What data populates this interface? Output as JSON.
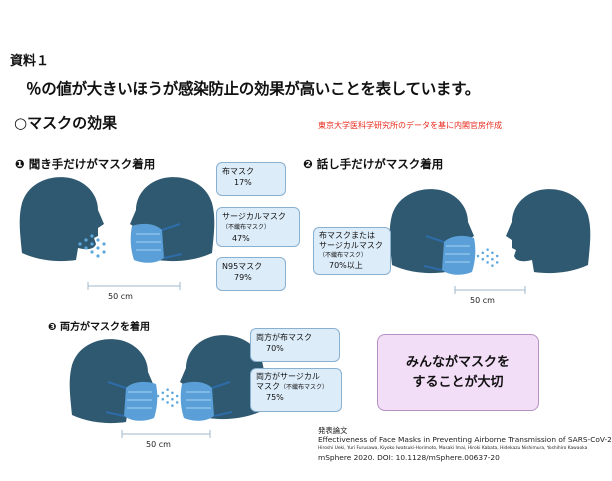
{
  "doc_label": "資料１",
  "note": "％の値が大きいほうが感染防止の効果が高いことを表しています。",
  "heading": "○マスクの効果",
  "source_note": "東京大学医科学研究所のデータを基に内閣官房作成",
  "sections": [
    {
      "number": "❶",
      "title": "聞き手だけがマスク着用"
    },
    {
      "number": "❷",
      "title": "話し手だけがマスク着用"
    },
    {
      "number": "❸",
      "title": "両方がマスクを着用"
    }
  ],
  "distances": [
    "50 cm",
    "50 cm",
    "50 cm"
  ],
  "listener_boxes": [
    {
      "label": "布マスク",
      "sub": "",
      "value": "17%"
    },
    {
      "label": "サージカルマスク",
      "sub": "（不織布マスク）",
      "value": "47%"
    },
    {
      "label": "N95マスク",
      "sub": "",
      "value": "79%"
    }
  ],
  "speaker_box": {
    "label1": "布マスクまたは",
    "label2": "サージカルマスク",
    "sub": "（不織布マスク）",
    "value": "70%以上"
  },
  "both_boxes": [
    {
      "label1": "両方が布マスク",
      "value": "70%"
    },
    {
      "label1": "両方がサージカル",
      "label2": "マスク",
      "sub": "（不織布マスク）",
      "value": "75%"
    }
  ],
  "callout": {
    "line1": "みんながマスクを",
    "line2": "することが大切"
  },
  "paper": {
    "label": "発表論文",
    "title": "Effectiveness of Face Masks in Preventing Airborne Transmission of SARS-CoV-2",
    "authors": "Hiroshi Ueki, Yuri Furusawa, Kiyoko Iwatsuki-Horimoto, Masaki Imai, Hiroki Kabata, Hidekazu Nishimura, Yoshihiro Kawaoka",
    "citation": "mSphere 2020. DOI: 10.1128/mSphere.00637-20"
  },
  "colors": {
    "head": "#2f5970",
    "mask": "#5a9fd8",
    "mask_strap": "#2d6ca8",
    "box_fill": "#dcecf9",
    "callout_fill": "#f3def8",
    "source_red": "#e8291c"
  }
}
